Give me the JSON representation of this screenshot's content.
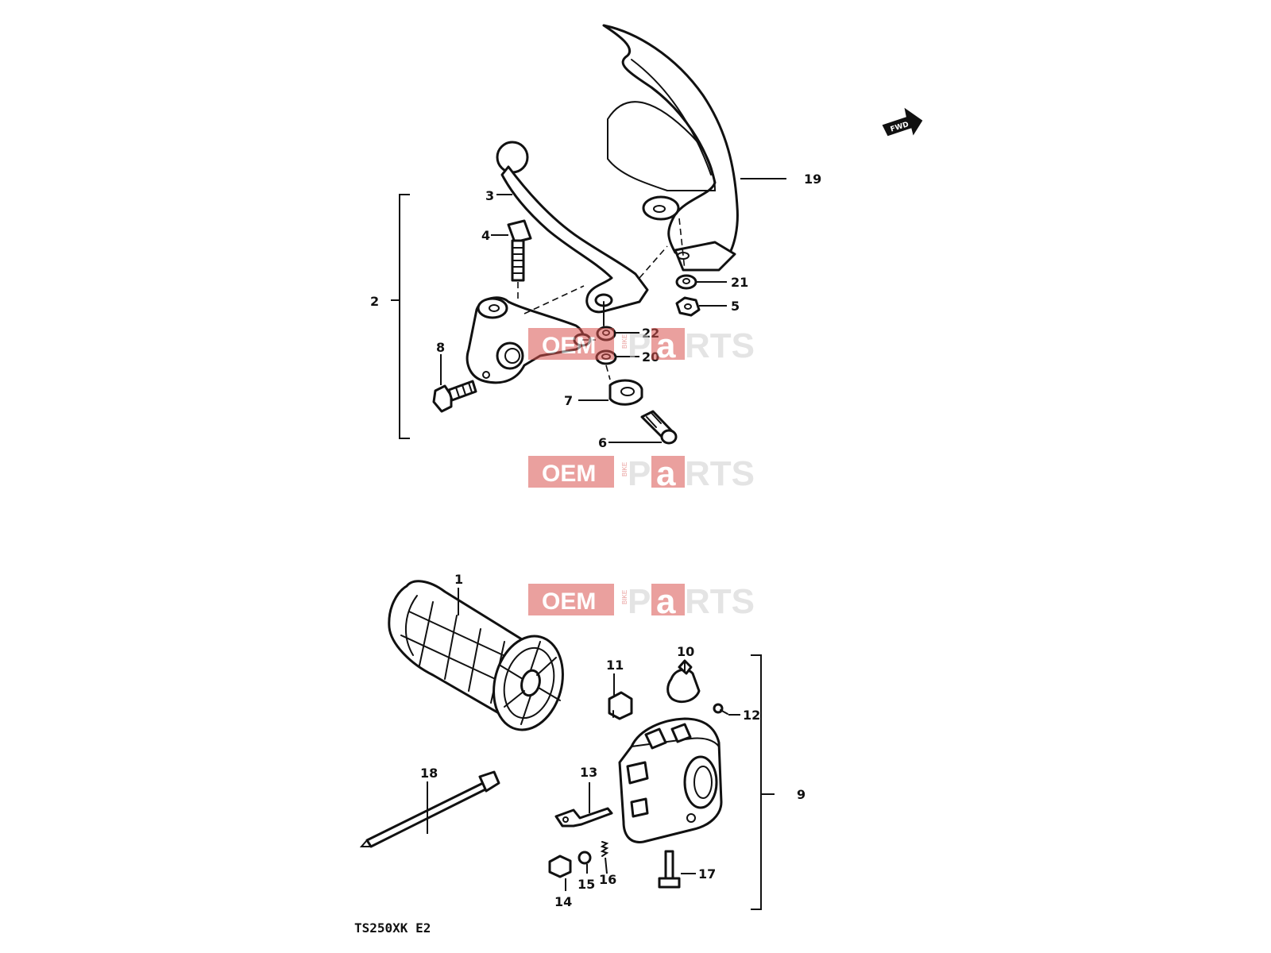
{
  "model_code": "TS250XK E2",
  "fwd_label": "FWD",
  "watermark": {
    "left": "OEM",
    "middle": "BIKE",
    "right_prefix": "P",
    "right_accent": "a",
    "right_suffix": "RTS"
  },
  "callouts": {
    "c1": "1",
    "c2": "2",
    "c3": "3",
    "c4": "4",
    "c5": "5",
    "c6": "6",
    "c7": "7",
    "c8": "8",
    "c9": "9",
    "c10": "10",
    "c11": "11",
    "c12": "12",
    "c13": "13",
    "c14": "14",
    "c15": "15",
    "c16": "16",
    "c17": "17",
    "c18": "18",
    "c19": "19",
    "c20": "20",
    "c21": "21",
    "c22": "22"
  },
  "colors": {
    "watermark_red": "#d9534f",
    "watermark_grey": "#cfcfcf",
    "ink": "#111111"
  }
}
